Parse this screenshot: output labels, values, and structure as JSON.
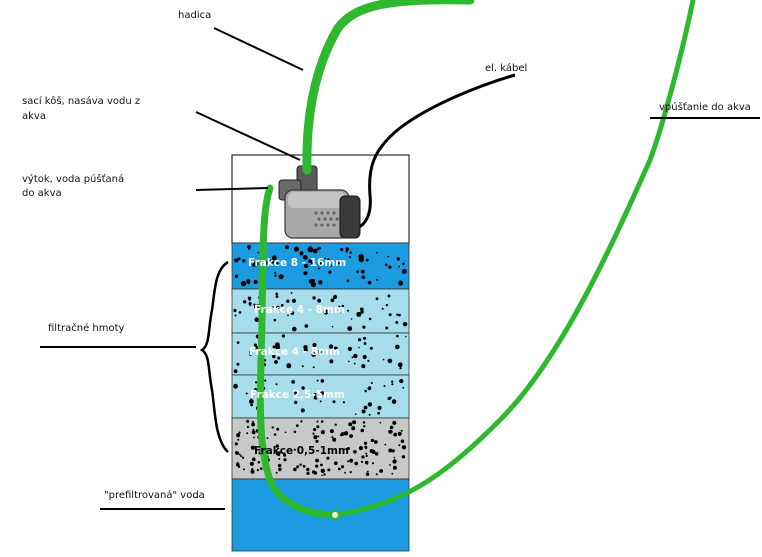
{
  "labels": {
    "hose": "hadica",
    "intake": "sací kôš, nasáva vodu z akva",
    "outlet": "výtok, voda púšťaná do akva",
    "cable": "el. kábel",
    "return": "vpúšťanie do akva",
    "media": "filtračné hmoty",
    "prefiltered": "\"prefiltrovaná\" voda"
  },
  "layers": [
    {
      "label": "Frakce 8 - 16mm",
      "color": "#1c9be0"
    },
    {
      "label": "Frakce 4 - 8mm",
      "color": "#a6dcec"
    },
    {
      "label": "Frakce 4 - 8mm",
      "color": "#a6dcec"
    },
    {
      "label": "Frakce 2,5-5mm",
      "color": "#a6dcec"
    },
    {
      "label": "Frakce 0,5-1mm",
      "color": "#c8c8c8"
    }
  ],
  "colors": {
    "water": "#1c9be0",
    "hose": "#2eb82e",
    "pump": "#a8a8a8",
    "cable": "#000000"
  }
}
